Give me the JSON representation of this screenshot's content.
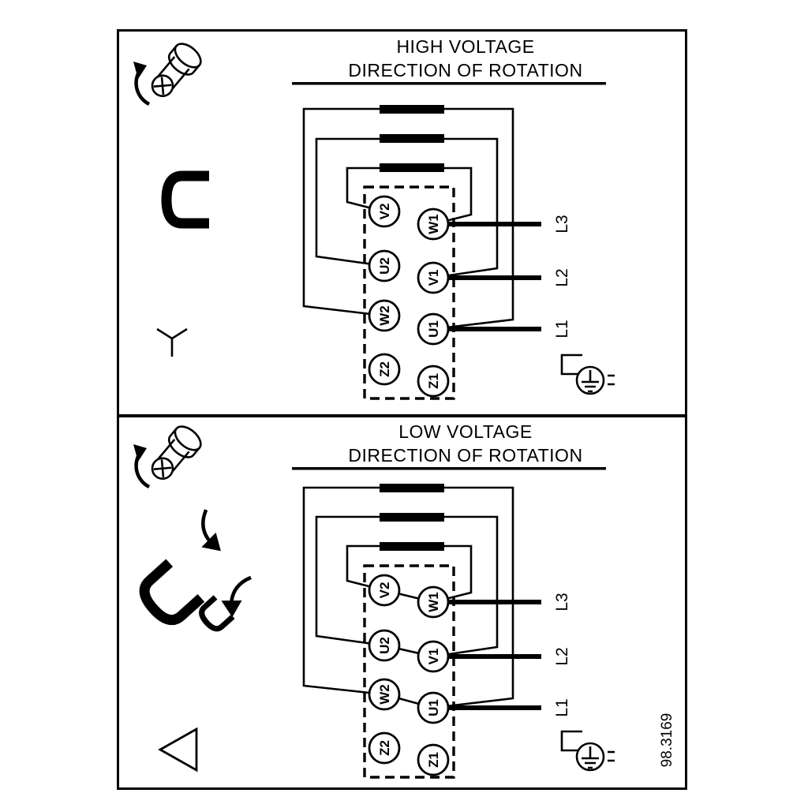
{
  "figure_number": "98.3169",
  "colors": {
    "ink": "#000000",
    "paper": "#ffffff"
  },
  "panels": [
    {
      "title": "HIGH VOLTAGE",
      "subtitle": "DIRECTION OF ROTATION",
      "connection_symbol": "star",
      "terminals": {
        "left": [
          "V2",
          "U2",
          "W2",
          "Z2"
        ],
        "right": [
          "W1",
          "V1",
          "U1",
          "Z1"
        ]
      },
      "supply_lines": [
        "L3",
        "L2",
        "L1"
      ]
    },
    {
      "title": "LOW VOLTAGE",
      "subtitle": "DIRECTION OF ROTATION",
      "connection_symbol": "delta",
      "terminals": {
        "left": [
          "V2",
          "U2",
          "W2",
          "Z2"
        ],
        "right": [
          "W1",
          "V1",
          "U1",
          "Z1"
        ]
      },
      "supply_lines": [
        "L3",
        "L2",
        "L1"
      ]
    }
  ]
}
